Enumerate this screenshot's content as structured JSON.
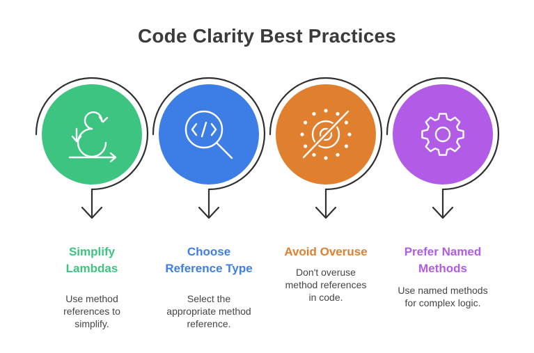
{
  "title": "Code Clarity Best Practices",
  "colors": {
    "arc": "#2f2f2f",
    "white": "#ffffff"
  },
  "steps": [
    {
      "icon": "flow-loop-icon",
      "color": "#3dc480",
      "title_line1": "Simplify",
      "title_line2": "Lambdas",
      "desc_line1": "Use method",
      "desc_line2": "references to",
      "desc_line3": "simplify."
    },
    {
      "icon": "code-search-icon",
      "color": "#3d7ee6",
      "title_line1": "Choose",
      "title_line2": "Reference Type",
      "desc_line1": "Select the",
      "desc_line2": "appropriate method",
      "desc_line3": "reference."
    },
    {
      "icon": "no-target-icon",
      "color": "#e07f2e",
      "title_line1": "Avoid Overuse",
      "title_line2": "",
      "desc_line1": "Don't overuse",
      "desc_line2": "method references",
      "desc_line3": "in code."
    },
    {
      "icon": "gear-icon",
      "color": "#b25be6",
      "title_line1": "Prefer Named",
      "title_line2": "Methods",
      "desc_line1": "Use named methods",
      "desc_line2": "for complex logic.",
      "desc_line3": ""
    }
  ]
}
